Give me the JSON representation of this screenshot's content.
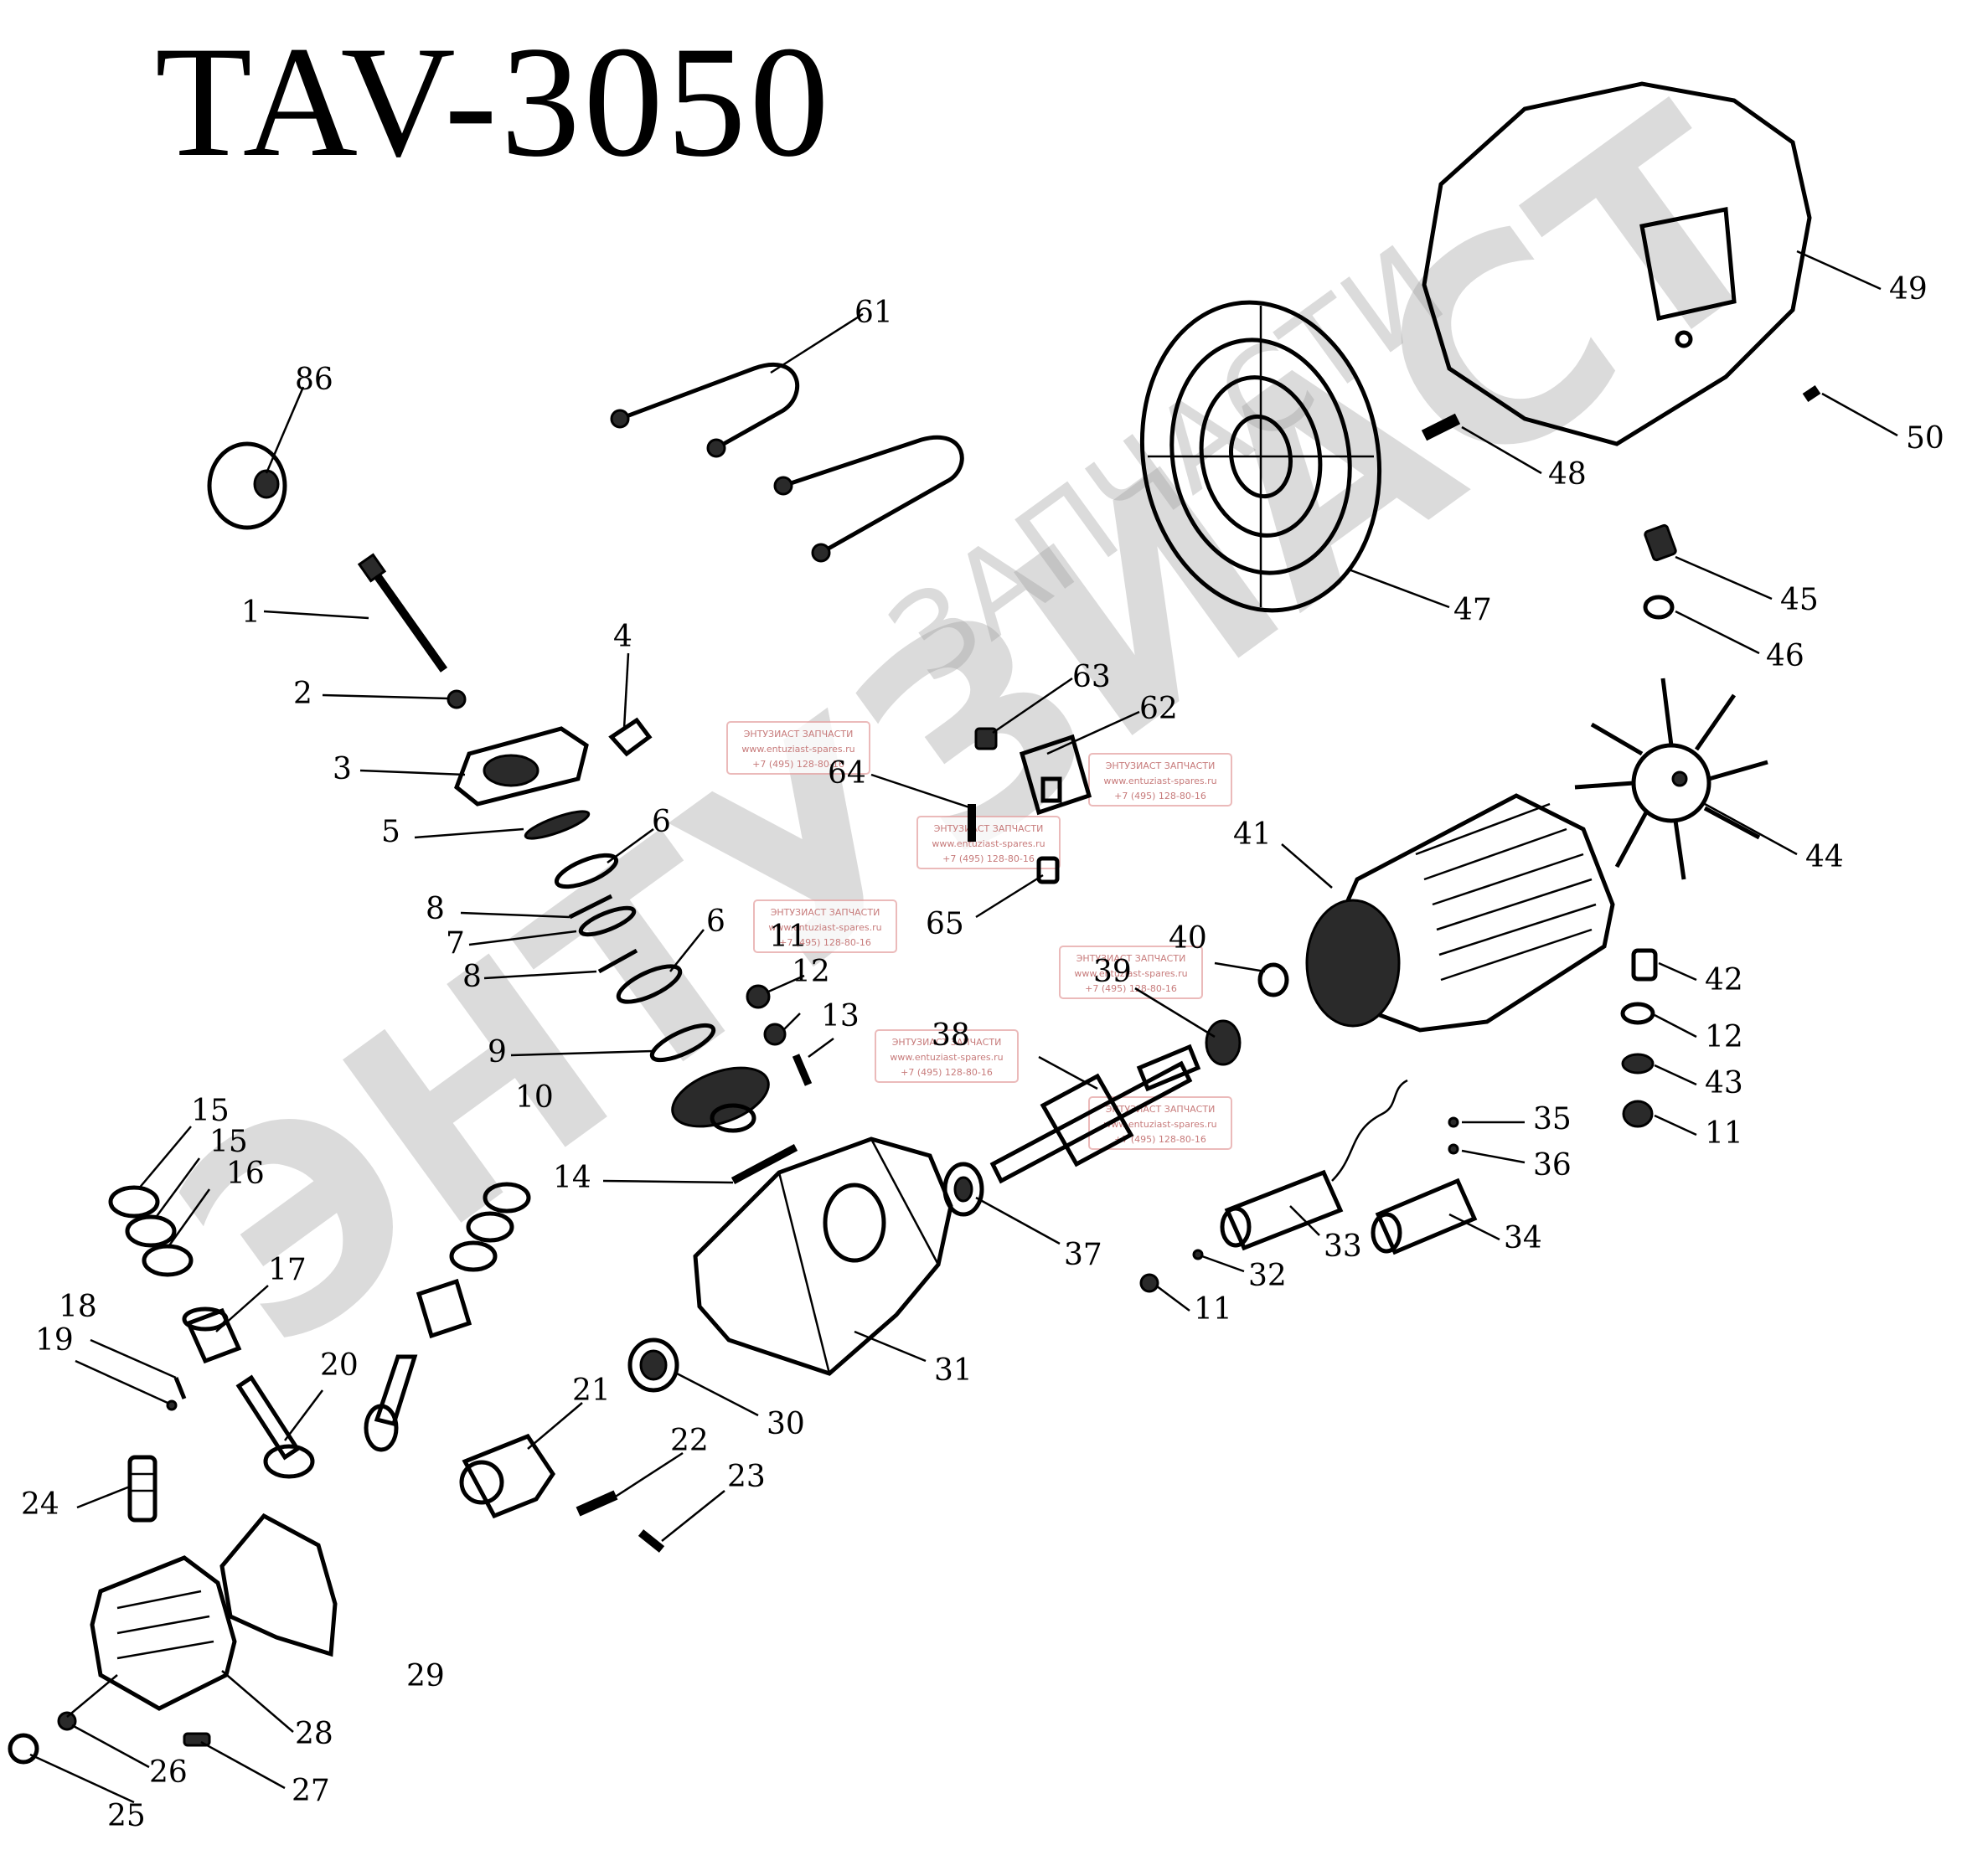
{
  "title": "TAV-3050",
  "watermark": {
    "brand": "ЭНТУЗИАСТ",
    "subtitle": "ЗАПЧАСТИ",
    "stamp_name": "ЭНТУЗИАСТ ЗАПЧАСТИ",
    "stamp_site": "www.entuziast-spares.ru",
    "stamp_phone": "+7 (495) 128-80-16"
  },
  "labels": {
    "p1": "1",
    "p2": "2",
    "p3": "3",
    "p4": "4",
    "p5": "5",
    "p6a": "6",
    "p6b": "6",
    "p7": "7",
    "p8a": "8",
    "p8b": "8",
    "p9": "9",
    "p10": "10",
    "p11a": "11",
    "p11b": "11",
    "p11c": "11",
    "p12a": "12",
    "p12b": "12",
    "p13": "13",
    "p14": "14",
    "p15a": "15",
    "p15b": "15",
    "p16": "16",
    "p17": "17",
    "p18": "18",
    "p19": "19",
    "p20": "20",
    "p21": "21",
    "p22": "22",
    "p23": "23",
    "p24": "24",
    "p25": "25",
    "p26": "26",
    "p27": "27",
    "p28": "28",
    "p29": "29",
    "p30": "30",
    "p31": "31",
    "p32": "32",
    "p33": "33",
    "p34": "34",
    "p35": "35",
    "p36": "36",
    "p37": "37",
    "p38": "38",
    "p39": "39",
    "p40": "40",
    "p41": "41",
    "p42": "42",
    "p43": "43",
    "p44": "44",
    "p45": "45",
    "p46": "46",
    "p47": "47",
    "p48": "48",
    "p49": "49",
    "p50": "50",
    "p61": "61",
    "p62": "62",
    "p63": "63",
    "p64": "64",
    "p65": "65",
    "p86": "86"
  }
}
